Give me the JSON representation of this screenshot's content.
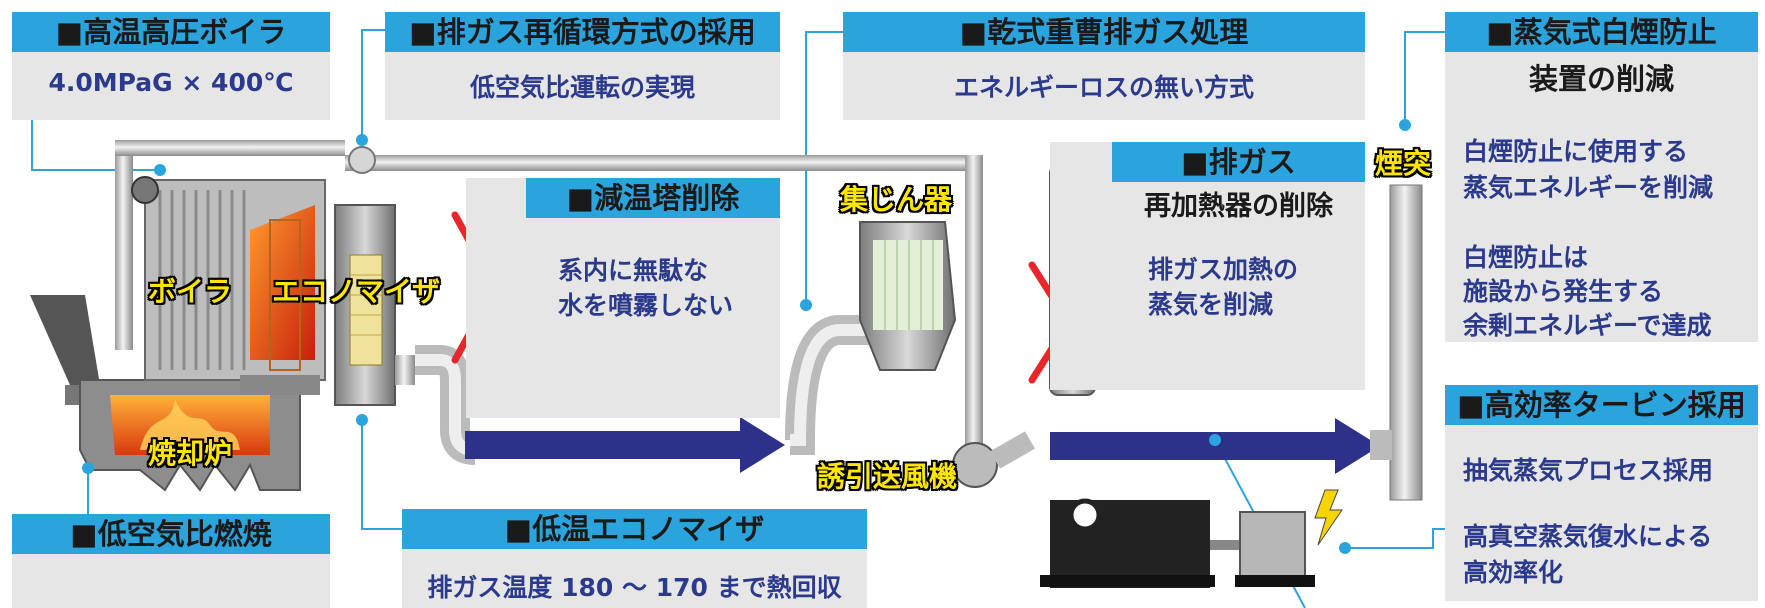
{
  "panels": {
    "boiler": {
      "title": "■高温高圧ボイラ",
      "text": "4.0MPaG × 400℃"
    },
    "egr": {
      "title": "■排ガス再循環方式の採用",
      "text": "低空気比運転の実現"
    },
    "dry": {
      "title": "■乾式重曹排ガス処理",
      "text": "エネルギーロスの無い方式"
    },
    "plume": {
      "title_line1": "■蒸気式白煙防止",
      "title_line2": "装置の削減",
      "text1": "白煙防止に使用する",
      "text2": "蒸気エネルギーを削減",
      "text3": "白煙防止は",
      "text4": "施設から発生する",
      "text5": "余剰エネルギーで達成"
    },
    "cooling_tower": {
      "title": "■減温塔削除",
      "text1": "系内に無駄な",
      "text2": "水を噴霧しない"
    },
    "reheater": {
      "title_line1": "■排ガス",
      "title_line2": "再加熱器の削除",
      "text1": "排ガス加熱の",
      "text2": "蒸気を削減"
    },
    "turbine": {
      "title": "■高効率タービン採用",
      "text1": "抽気蒸気プロセス採用",
      "text2": "高真空蒸気復水による",
      "text3": "高効率化"
    },
    "low_air": {
      "title": "■低空気比燃焼"
    },
    "low_eco": {
      "title": "■低温エコノマイザ",
      "text": "排ガス温度 180 ～ 170 まで熱回収"
    }
  },
  "labels": {
    "boiler": "ボイラ",
    "economizer": "エコノマイザ",
    "incinerator": "焼却炉",
    "dust_collector": "集じん器",
    "idf": "誘引送風機",
    "stack": "煙突"
  },
  "colors": {
    "header_blue": "#2ba4dd",
    "panel_gray": "#e6e6e7",
    "text_navy": "#2b3a8c",
    "flow_arrow": "#2e3189",
    "cross_red": "#e8262b",
    "label_yellow": "#ffe600"
  }
}
